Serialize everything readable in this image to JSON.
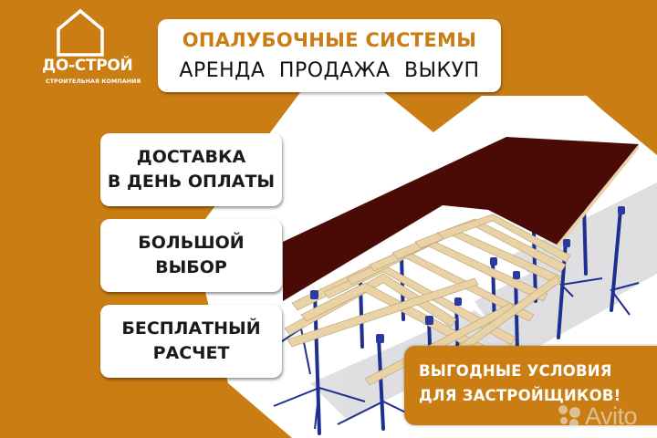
{
  "brand": {
    "name": "ДО-СТРОЙ",
    "tagline": "СТРОИТЕЛЬНАЯ КОМПАНИЯ",
    "logo_icon": "house-outline-icon"
  },
  "header": {
    "title": "ОПАЛУБОЧНЫЕ СИСТЕМЫ",
    "subtitle": "АРЕНДА  ПРОДАЖА  ВЫКУП"
  },
  "features": [
    {
      "line1": "ДОСТАВКА",
      "line2": "В ДЕНЬ ОПЛАТЫ"
    },
    {
      "line1": "БОЛЬШОЙ",
      "line2": "ВЫБОР"
    },
    {
      "line1": "БЕСПЛАТНЫЙ",
      "line2": "РАСЧЕТ"
    }
  ],
  "promo": {
    "line1": "ВЫГОДНЫЕ УСЛОВИЯ",
    "line2": "ДЛЯ ЗАСТРОЙЩИКОВ!"
  },
  "watermark": {
    "text": "Avito",
    "icon": "avito-dots-icon"
  },
  "illustration": {
    "subject": "slab-formwork-system",
    "deck_color": "#4a0a06",
    "beam_color": "#e8d2a6",
    "prop_color": "#1f2f8f"
  },
  "colors": {
    "accent": "#c97d12",
    "card": "#ffffff",
    "text_dark": "#1a1a1a"
  }
}
